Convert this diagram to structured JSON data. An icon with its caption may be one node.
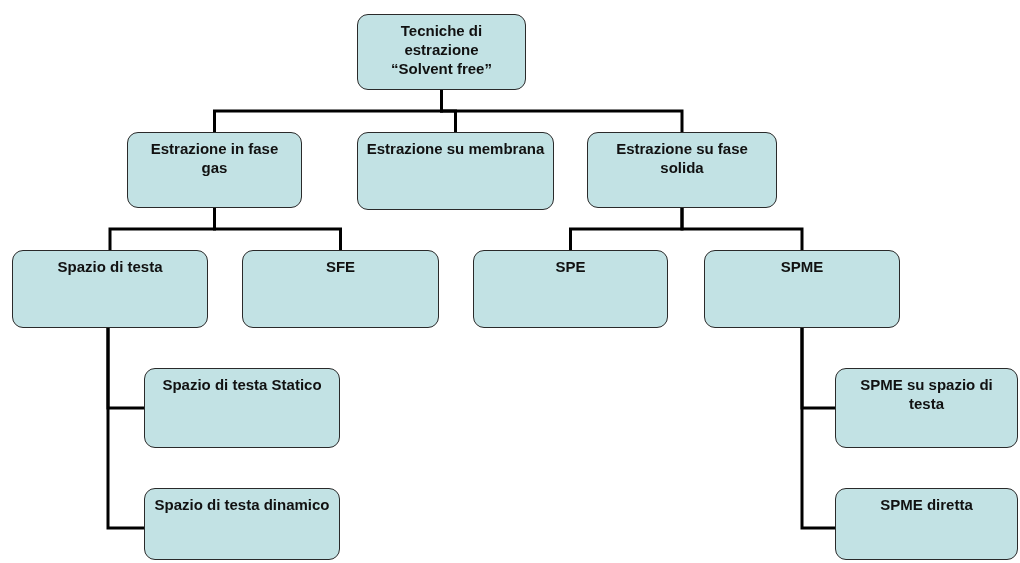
{
  "diagram": {
    "nodes": [
      {
        "text": [
          "Tecniche di estrazione “Solvent free”"
        ]
      },
      {
        "text": [
          "Estrazione in fase gas"
        ]
      },
      {
        "text": [
          "Estrazione su membrana"
        ]
      },
      {
        "text": [
          "Estrazione su fase solida"
        ]
      },
      {
        "text": [
          "Spazio di testa"
        ]
      },
      {
        "text": [
          "SFE"
        ]
      },
      {
        "text": [
          "SPE"
        ]
      },
      {
        "text": [
          "SPME"
        ]
      },
      {
        "text": [
          "Spazio di testa Statico"
        ]
      },
      {
        "text": [
          "Spazio di testa dinamico"
        ]
      },
      {
        "text": [
          "SPME su spazio di testa"
        ]
      },
      {
        "text": [
          "SPME diretta"
        ]
      }
    ],
    "edges": [
      {
        "from": 0,
        "to": 1,
        "arrow": "none"
      },
      {
        "from": 0,
        "to": 2,
        "arrow": "none"
      },
      {
        "from": 0,
        "to": 3,
        "arrow": "none"
      },
      {
        "from": 1,
        "to": 4,
        "arrow": "none"
      },
      {
        "from": 1,
        "to": 5,
        "arrow": "none"
      },
      {
        "from": 3,
        "to": 6,
        "arrow": "none"
      },
      {
        "from": 3,
        "to": 7,
        "arrow": "none"
      },
      {
        "from": 4,
        "to": 8,
        "arrow": "none"
      },
      {
        "from": 4,
        "to": 9,
        "arrow": "none"
      },
      {
        "from": 7,
        "to": 10,
        "arrow": "none"
      },
      {
        "from": 7,
        "to": 11,
        "arrow": "none"
      }
    ]
  }
}
